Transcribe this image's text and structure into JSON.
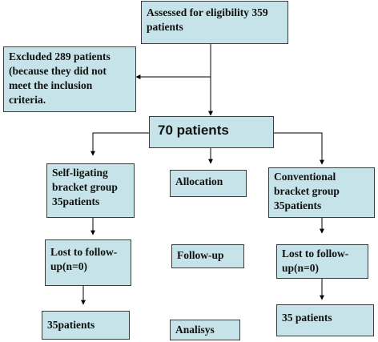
{
  "flowchart": {
    "assessed": "Assessed for eligibility 359\npatients",
    "excluded": "Excluded 289 patients\n(because they did not\nmeet the inclusion\ncriteria.",
    "total": "70 patients",
    "self_ligating": "Self-ligating\nbracket group\n35patients",
    "allocation": "Allocation",
    "conventional": "Conventional\nbracket group\n35patients",
    "lost_left": "Lost to follow-\nup(n=0)",
    "follow_up": "Follow-up",
    "lost_right": "Lost to follow-\nup(n=0)",
    "final_left": "35patients",
    "analysis": "Analisys",
    "final_right": "35 patients"
  },
  "colors": {
    "box_fill": "#c5e3e8",
    "border": "#3a3a3a",
    "arrow": "#000000"
  }
}
